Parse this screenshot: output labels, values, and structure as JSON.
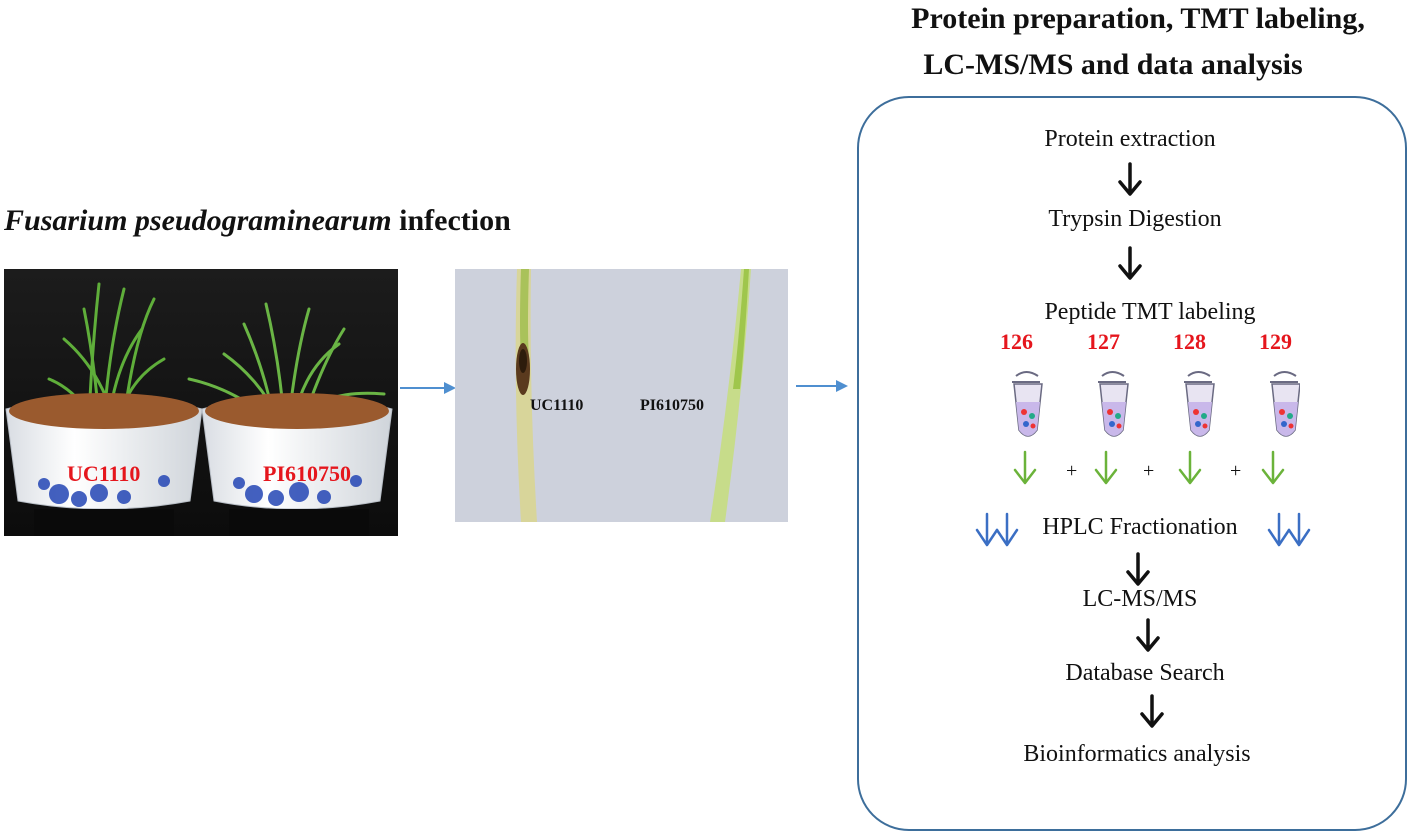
{
  "title": {
    "line1": "Protein preparation, TMT labeling,",
    "line2": "LC-MS/MS and data analysis"
  },
  "infection": {
    "species": "Fusarium pseudograminearum",
    "suffix": " infection"
  },
  "photo_labels": {
    "pot_left": "UC1110",
    "pot_right": "PI610750",
    "stem_left": "UC1110",
    "stem_right": "PI610750"
  },
  "workflow": {
    "steps": [
      "Protein extraction",
      "Trypsin Digestion",
      "Peptide TMT labeling",
      "HPLC Fractionation",
      "LC-MS/MS",
      "Database Search",
      "Bioinformatics analysis"
    ],
    "tmt_channels": [
      "126",
      "127",
      "128",
      "129"
    ],
    "plus_sign": "+"
  },
  "colors": {
    "frame": "#3d6e9b",
    "flow_arrow": "#4f8fd0",
    "tmt_arrow": "#6bb33a",
    "hplc_arrow": "#3b6fc4",
    "label_red": "#e5161d"
  }
}
